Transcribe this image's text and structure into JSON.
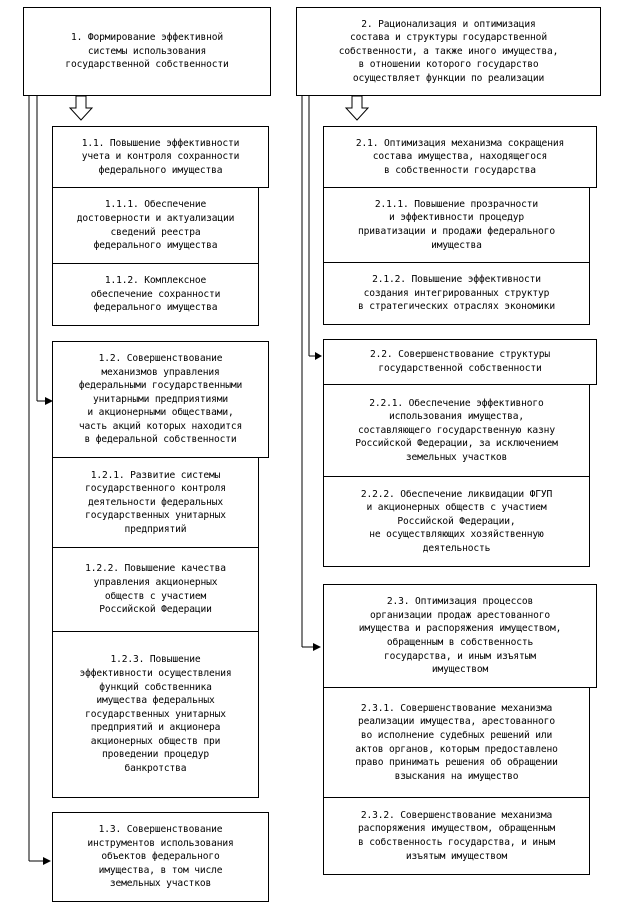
{
  "left": {
    "main": "1. Формирование эффективной\nсистемы использования\nгосударственной собственности",
    "g1": {
      "title": "1.1. Повышение эффективности\nучета и контроля сохранности\nфедерального имущества",
      "items": [
        "1.1.1. Обеспечение\nдостоверности и актуализации\nсведений реестра\nфедерального имущества",
        "1.1.2. Комплексное\nобеспечение сохранности\nфедерального имущества"
      ]
    },
    "g2": {
      "title": "1.2. Совершенствование\nмеханизмов управления\nфедеральными государственными\nунитарными предприятиями\nи акционерными обществами,\nчасть акций которых находится\nв федеральной собственности",
      "items": [
        "1.2.1. Развитие системы\nгосударственного контроля\nдеятельности федеральных\nгосударственных унитарных\nпредприятий",
        "1.2.2. Повышение качества\nуправления акционерных\nобществ с участием\nРоссийской Федерации",
        "1.2.3. Повышение\nэффективности осуществления\nфункций собственника\nимущества федеральных\nгосударственных унитарных\nпредприятий и акционера\nакционерных обществ при\nпроведении процедур\nбанкротства"
      ]
    },
    "g3": {
      "title": "1.3. Совершенствование\nинструментов использования\nобъектов федерального\nимущества, в том числе\nземельных участков"
    }
  },
  "right": {
    "main": "2. Рационализация и оптимизация\nсостава и структуры государственной\nсобственности, а также иного имущества,\nв отношении которого государство\nосуществляет функции по реализации",
    "g1": {
      "title": "2.1. Оптимизация механизма сокращения\nсостава имущества, находящегося\nв собственности государства",
      "items": [
        "2.1.1. Повышение прозрачности\nи эффективности процедур\nприватизации и продажи федерального\nимущества",
        "2.1.2. Повышение эффективности\nсоздания интегрированных структур\nв стратегических отраслях экономики"
      ]
    },
    "g2": {
      "title": "2.2. Совершенствование структуры\nгосударственной собственности",
      "items": [
        "2.2.1. Обеспечение эффективного\nиспользования имущества,\nсоставляющего государственную казну\nРоссийской Федерации, за исключением\nземельных участков",
        "2.2.2. Обеспечение ликвидации ФГУП\nи акционерных обществ с участием\nРоссийской Федерации,\nне осуществляющих хозяйственную\nдеятельность"
      ]
    },
    "g3": {
      "title": "2.3. Оптимизация процессов\nорганизации продаж арестованного\nимущества и распоряжения имуществом,\nобращенным в собственность\nгосударства, и иным изъятым\nимуществом",
      "items": [
        "2.3.1. Совершенствование механизма\nреализации имущества, арестованного\nво исполнение судебных решений или\nактов органов, которым предоставлено\nправо принимать решения об обращении\nвзыскания на имущество",
        "2.3.2. Совершенствование механизма\nраспоряжения имуществом, обращенным\nв собственность государства, и иным\nизъятым имуществом"
      ]
    }
  }
}
